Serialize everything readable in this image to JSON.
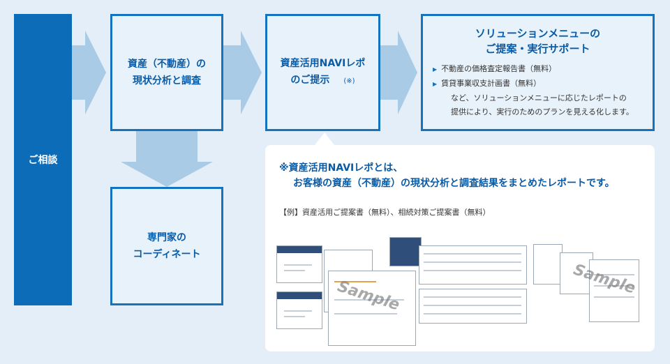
{
  "consult": {
    "label": "ご相談"
  },
  "step1": {
    "line1": "資産（不動産）の",
    "line2": "現状分析と調査"
  },
  "step2": {
    "line1": "資産活用NAVIレポ",
    "line2": "のご提示",
    "note": "(※)"
  },
  "step3": {
    "title1": "ソリューションメニューの",
    "title2": "ご提案・実行サポート",
    "items": [
      "不動産の価格査定報告書（無料）",
      "賃貸事業収支計画書（無料）"
    ],
    "desc1": "など、ソリューションメニューに応じたレポートの",
    "desc2": "提供により、実行のためのプランを見える化します。"
  },
  "step4": {
    "line1": "専門家の",
    "line2": "コーディネート"
  },
  "panel": {
    "heading1": "※資産活用NAVIレポとは、",
    "heading2": "お客様の資産（不動産）の現状分析と調査結果をまとめたレポートです。",
    "example": "【例】資産活用ご提案書（無料）、相続対策ご提案書（無料）",
    "sample": "Sample"
  },
  "colors": {
    "primary": "#0d6cb7",
    "arrow": "#a9cbe6",
    "background": "#e3eef8"
  }
}
